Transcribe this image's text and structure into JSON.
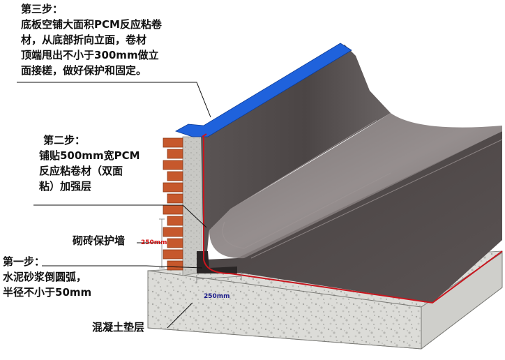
{
  "step3": {
    "title": "第三步：",
    "lines": [
      "底板空铺大面积PCM反应粘卷",
      "材，从底部折向立面，卷材",
      "顶端甩出不小于300mm做立",
      "面接槎，做好保护和固定。"
    ]
  },
  "step2": {
    "title": "第二步：",
    "lines": [
      "铺贴500mm宽PCM",
      "反应粘卷材（双面",
      "粘）加强层"
    ]
  },
  "brick_wall_label": "砌砖保护墙",
  "step1": {
    "title": "第一步：",
    "lines": [
      "水泥砂浆倒圆弧，",
      "半径不小于50mm"
    ]
  },
  "concrete_label": "混凝土垫层",
  "dimensions": {
    "vertical": "250mm",
    "horizontal": "250mm"
  },
  "colors": {
    "membrane": "#4a4444",
    "membrane_light": "#7a7272",
    "cap": "#1e5fd8",
    "edge": "#c8161e",
    "brick": "#c0562a",
    "concrete": "#d8d8d4"
  }
}
